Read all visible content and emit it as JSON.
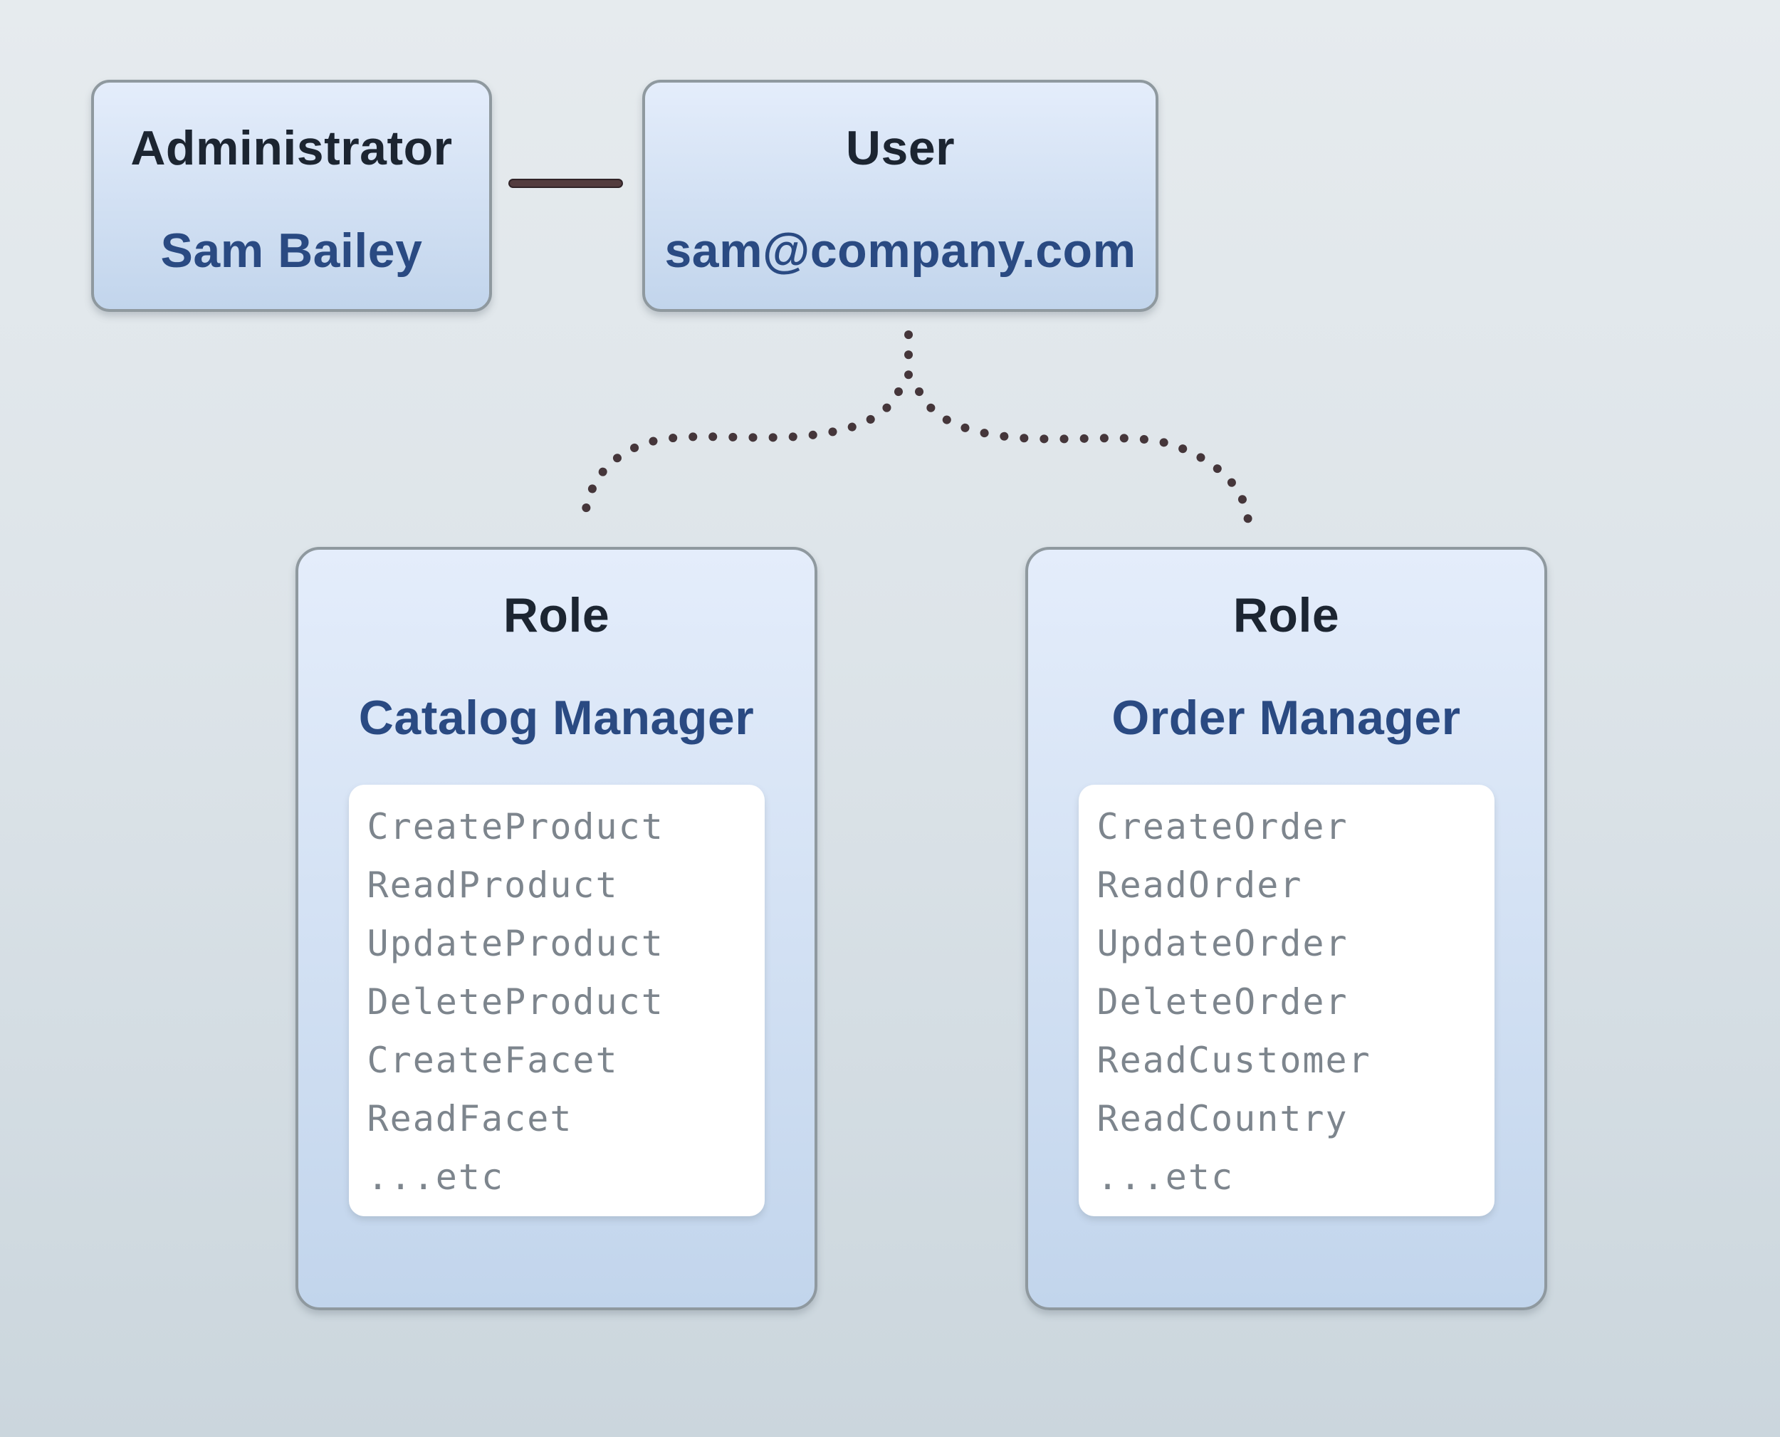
{
  "administrator": {
    "title": "Administrator",
    "name": "Sam Bailey"
  },
  "user": {
    "title": "User",
    "email": "sam@company.com"
  },
  "roles": [
    {
      "title": "Role",
      "name": "Catalog Manager",
      "permissions": [
        "CreateProduct",
        "ReadProduct",
        "UpdateProduct",
        "DeleteProduct",
        "CreateFacet",
        "ReadFacet",
        "...etc"
      ]
    },
    {
      "title": "Role",
      "name": "Order Manager",
      "permissions": [
        "CreateOrder",
        "ReadOrder",
        "UpdateOrder",
        "DeleteOrder",
        "ReadCustomer",
        "ReadCountry",
        "...etc"
      ]
    }
  ],
  "colors": {
    "background_top": "#e6ebee",
    "background_bottom": "#cbd6dd",
    "box_fill_top": "#e4edfb",
    "box_fill_bottom": "#c2d5ec",
    "box_border": "#8f999f",
    "title_text": "#1c2531",
    "accent_blue": "#2a4a82",
    "permission_text": "#7d858d",
    "connector": "#533c3e",
    "dot": "#45363a",
    "panel_bg": "#ffffff"
  }
}
